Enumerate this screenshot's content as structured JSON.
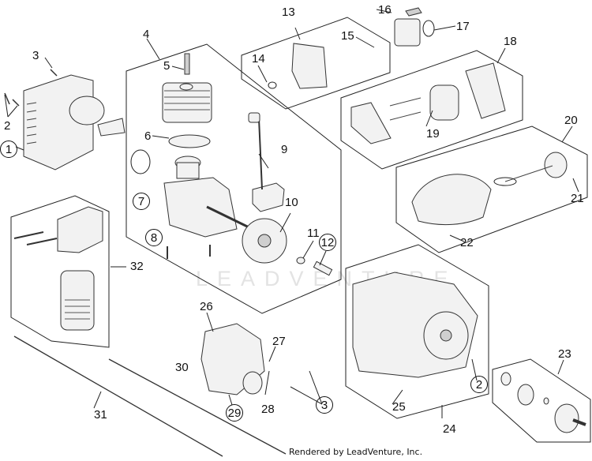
{
  "diagram": {
    "title": "Engine parts exploded view",
    "watermark": "LEADVENTURE",
    "footer": "Rendered by LeadVenture, Inc.",
    "callouts": [
      {
        "id": "c1",
        "label": "1"
      },
      {
        "id": "c2a",
        "label": "2"
      },
      {
        "id": "c3a",
        "label": "3"
      },
      {
        "id": "c4",
        "label": "4"
      },
      {
        "id": "c5",
        "label": "5"
      },
      {
        "id": "c6",
        "label": "6"
      },
      {
        "id": "c7",
        "label": "7"
      },
      {
        "id": "c8",
        "label": "8"
      },
      {
        "id": "c9",
        "label": "9"
      },
      {
        "id": "c10",
        "label": "10"
      },
      {
        "id": "c11",
        "label": "11"
      },
      {
        "id": "c12",
        "label": "12"
      },
      {
        "id": "c13",
        "label": "13"
      },
      {
        "id": "c14",
        "label": "14"
      },
      {
        "id": "c15",
        "label": "15"
      },
      {
        "id": "c16",
        "label": "16"
      },
      {
        "id": "c17",
        "label": "17"
      },
      {
        "id": "c18",
        "label": "18"
      },
      {
        "id": "c19",
        "label": "19"
      },
      {
        "id": "c20",
        "label": "20"
      },
      {
        "id": "c21",
        "label": "21"
      },
      {
        "id": "c22",
        "label": "22"
      },
      {
        "id": "c23",
        "label": "23"
      },
      {
        "id": "c24",
        "label": "24"
      },
      {
        "id": "c25",
        "label": "25"
      },
      {
        "id": "c26",
        "label": "26"
      },
      {
        "id": "c27",
        "label": "27"
      },
      {
        "id": "c28",
        "label": "28"
      },
      {
        "id": "c29",
        "label": "29"
      },
      {
        "id": "c30",
        "label": "30"
      },
      {
        "id": "c31",
        "label": "31"
      },
      {
        "id": "c32",
        "label": "32"
      },
      {
        "id": "c2b",
        "label": "2"
      },
      {
        "id": "c3b",
        "label": "3"
      }
    ]
  }
}
